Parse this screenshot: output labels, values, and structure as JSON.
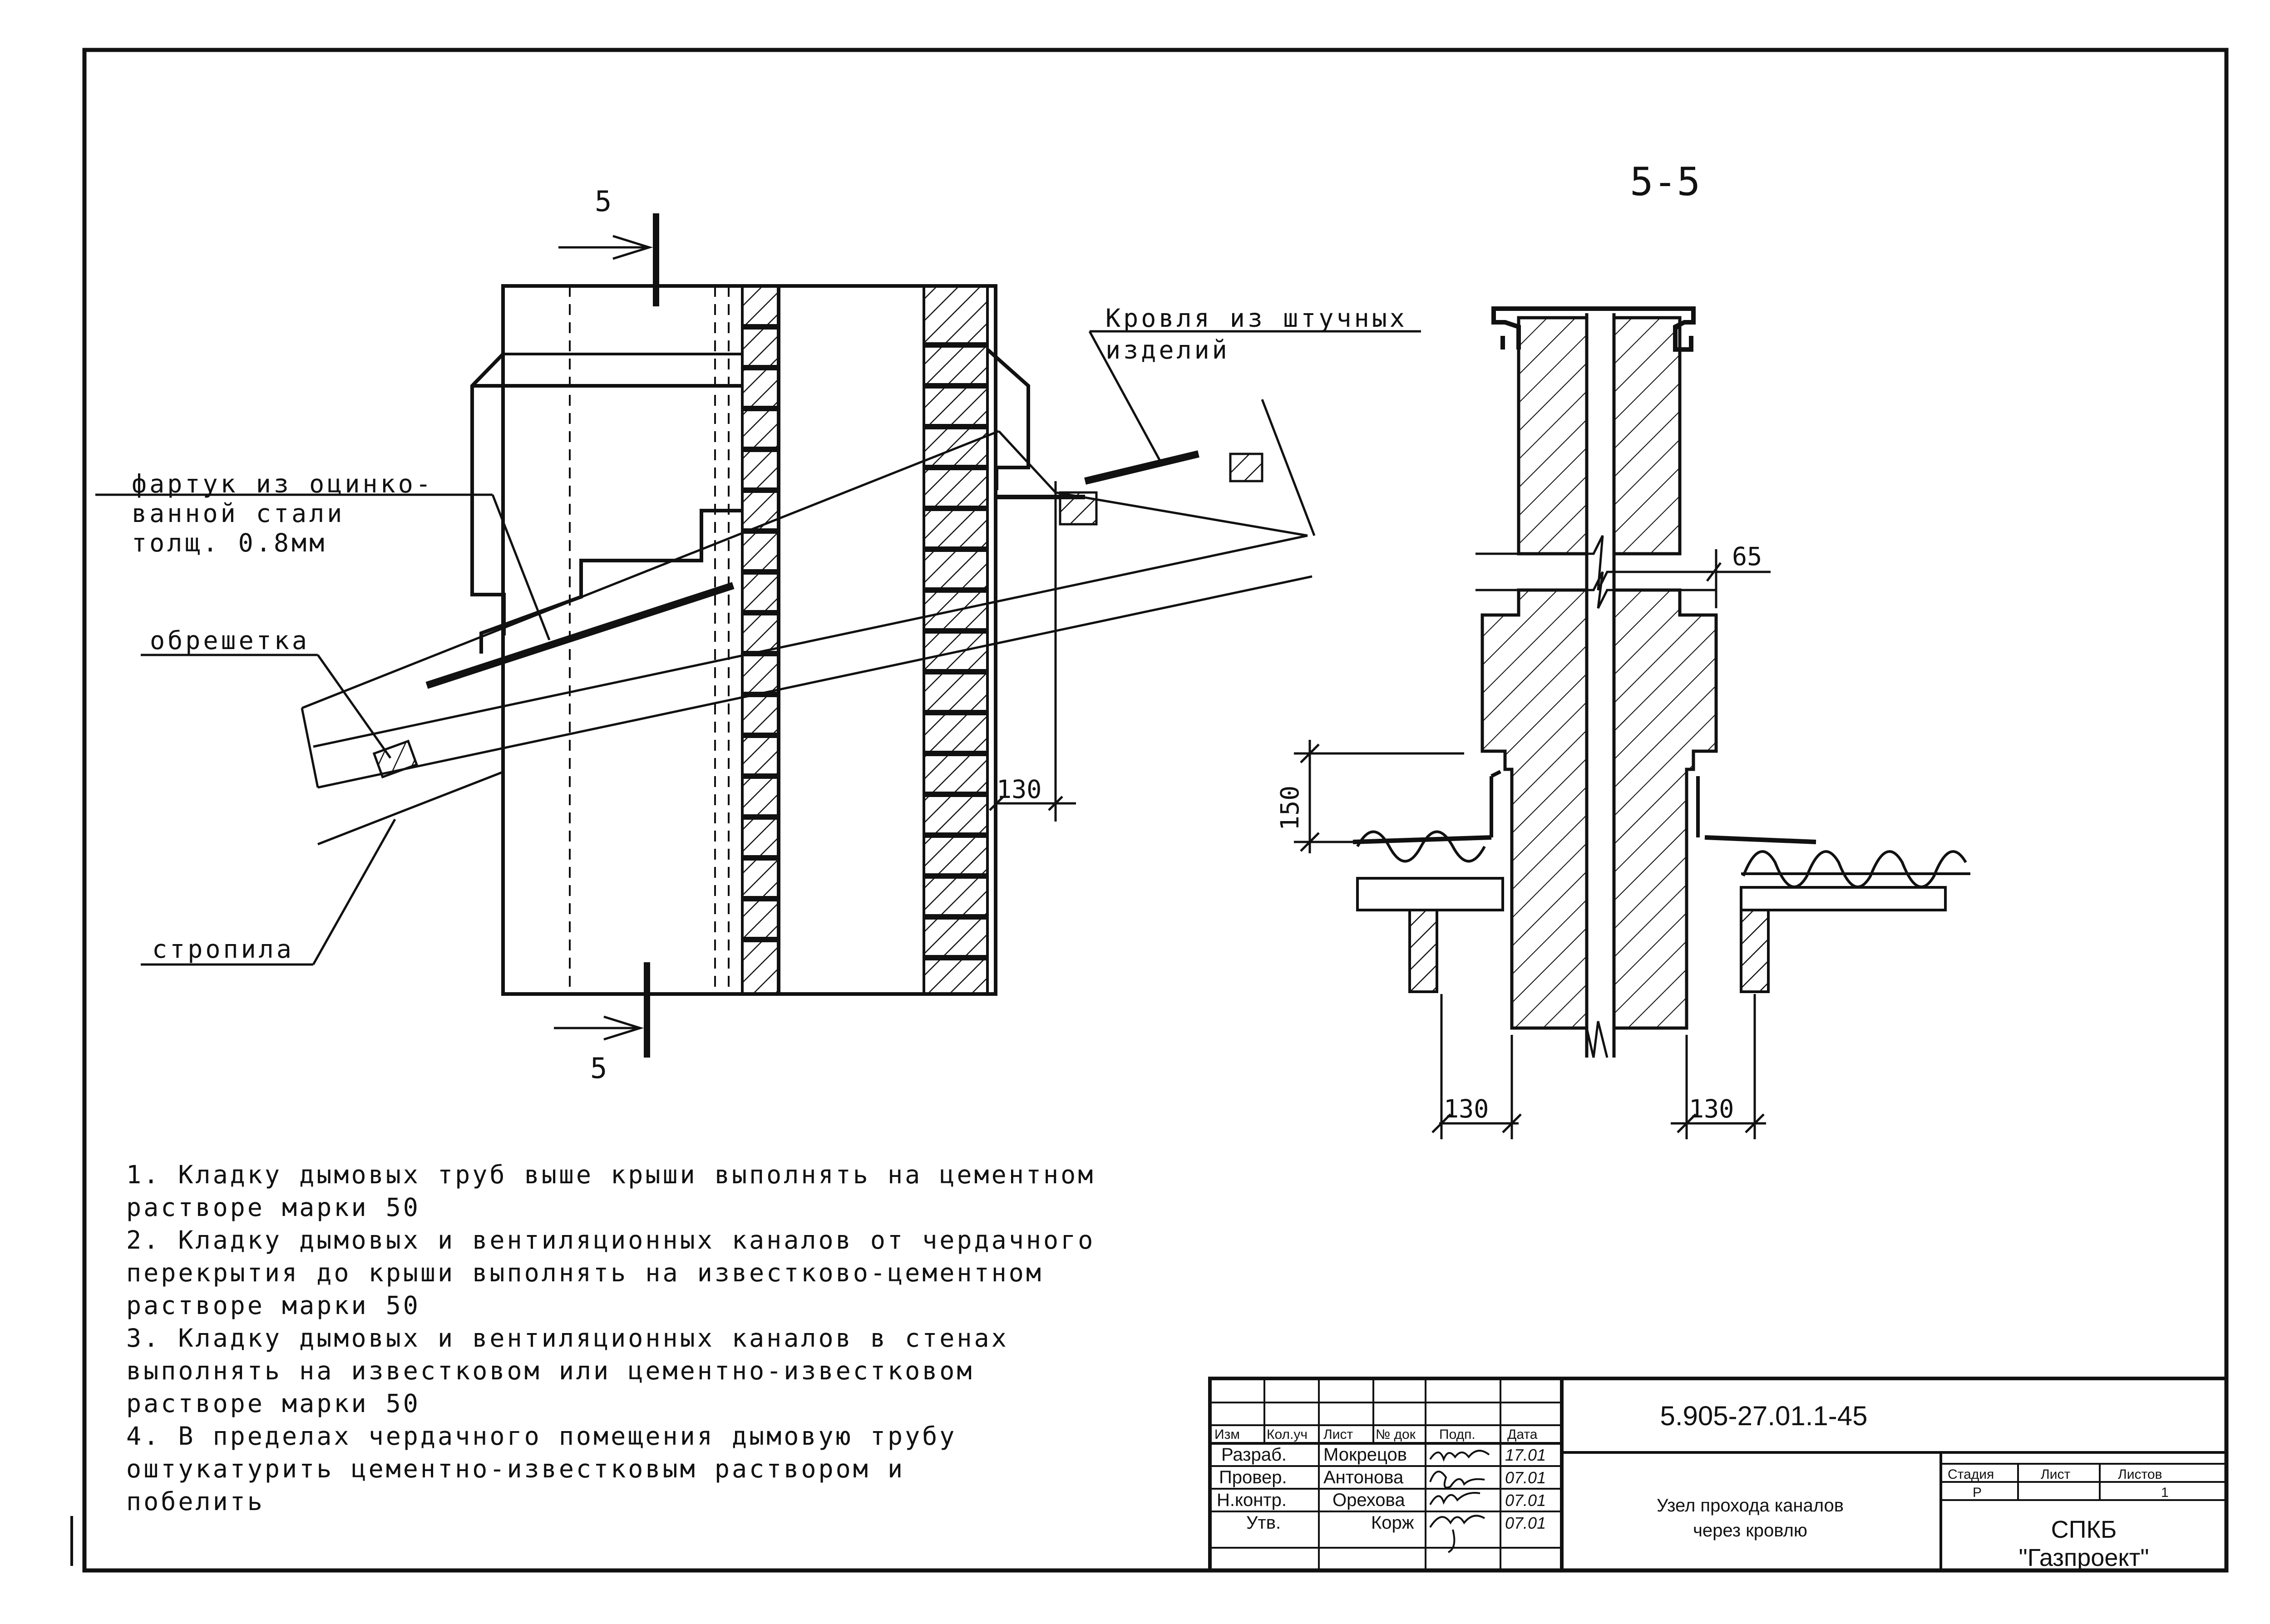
{
  "section_title": "5-5",
  "cut_marks": {
    "top": "5",
    "bottom": "5"
  },
  "callouts": {
    "roof": [
      "Кровля из штучных",
      "изделий"
    ],
    "apron": [
      "фартук из оцинко-",
      "ванной стали",
      "толщ. 0.8мм"
    ],
    "lathing": "обрешетка",
    "rafters": "стропила"
  },
  "dimensions": {
    "left_gap": "130",
    "section_gap": "65",
    "upstand": "150",
    "base_left": "130",
    "base_right": "130"
  },
  "notes": [
    "1. Кладку дымовых труб выше крыши выполнять на цементном",
    "растворе марки 50",
    "2. Кладку дымовых и вентиляционных каналов от чердачного",
    "перекрытия до крыши выполнять на известково-цементном",
    "растворе марки 50",
    "3. Кладку дымовых и вентиляционных каналов в стенах",
    "выполнять на известковом или цементно-известковом",
    "растворе марки 50",
    "4. В пределах чердачного помещения дымовую трубу",
    "оштукатурить цементно-известковым раствором и",
    "побелить"
  ],
  "title_block": {
    "doc_number": "5.905-27.01.1-45",
    "headers": [
      "Изм",
      "Кол.уч",
      "Лист",
      "№ док",
      "Подп.",
      "Дата"
    ],
    "roles": [
      "Разраб.",
      "Провер.",
      "Н.контр.",
      "Утв."
    ],
    "names": [
      "Мокрецов",
      "Антонова",
      "Орехова",
      "Корж"
    ],
    "dates": [
      "17.01",
      "07.01",
      "07.01",
      "07.01"
    ],
    "title": [
      "Узел прохода каналов",
      "через кровлю"
    ],
    "stage_label": "Стадия",
    "sheet_label": "Лист",
    "sheets_label": "Листов",
    "stage": "Р",
    "sheet": "",
    "sheets": "1",
    "org": [
      "СПКБ",
      "\"Газпроект\""
    ]
  }
}
